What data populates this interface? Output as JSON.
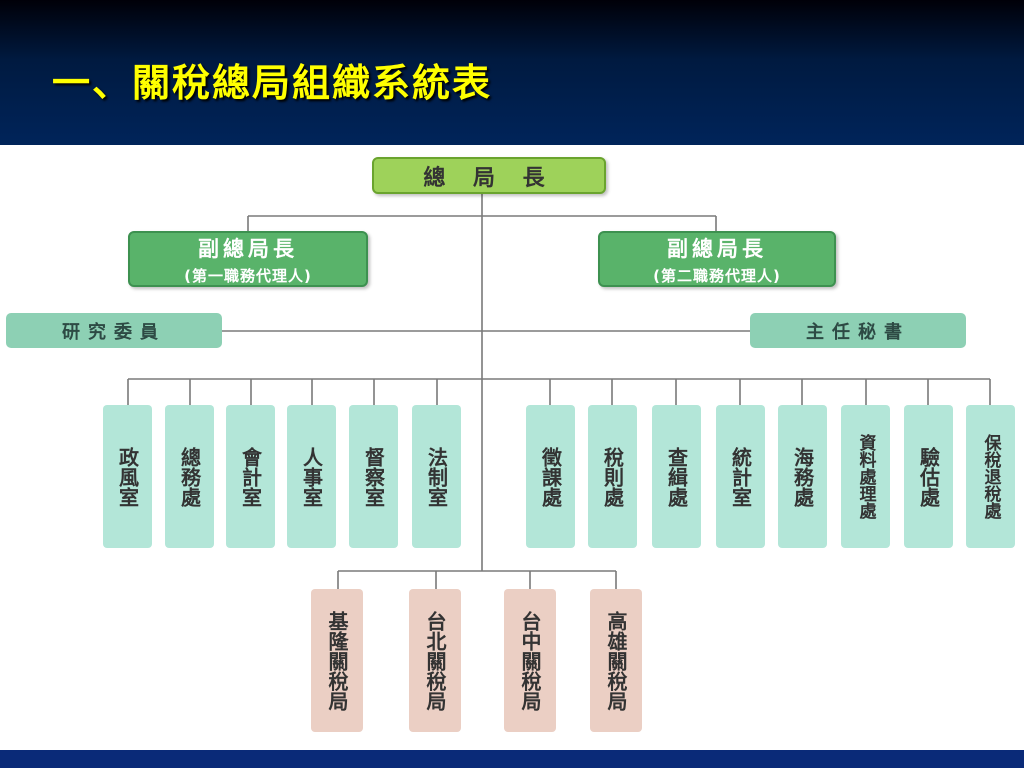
{
  "title": "一、關稅總局組織系統表",
  "chief": "總 局 長",
  "deputies": [
    {
      "title": "副總局長",
      "note": "(第一職務代理人)"
    },
    {
      "title": "副總局長",
      "note": "(第二職務代理人)"
    }
  ],
  "staff": {
    "left": "研究委員",
    "right": "主任秘書"
  },
  "units": [
    "政風室",
    "總務處",
    "會計室",
    "人事室",
    "督察室",
    "法制室",
    "徵課處",
    "稅則處",
    "查緝處",
    "統計室",
    "海務處",
    "資料處理處",
    "驗估處",
    "保稅退稅處"
  ],
  "branches": [
    "基隆關稅局",
    "台北關稅局",
    "台中關稅局",
    "高雄關稅局"
  ],
  "colors": {
    "title": "#ffff00",
    "chief_box": "#9ed25a",
    "deputy_box": "#59b36a",
    "staff_box": "#8dd0b4",
    "unit_box": "#b3e6d8",
    "branch_box": "#ebcfc4"
  }
}
